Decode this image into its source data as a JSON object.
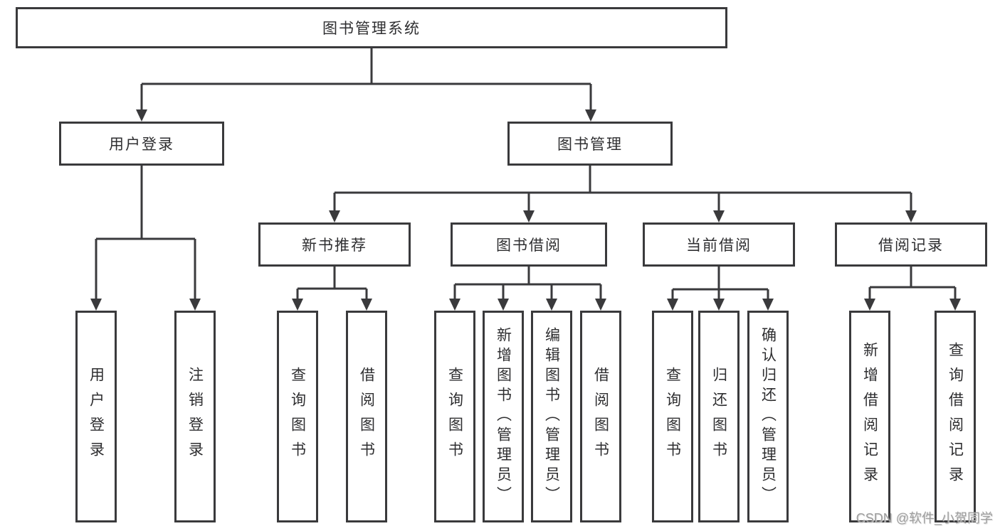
{
  "tree": {
    "root": {
      "label": "图书管理系统",
      "children": [
        {
          "label": "用户登录",
          "children": [
            {
              "label": "用户登录"
            },
            {
              "label": "注销登录"
            }
          ]
        },
        {
          "label": "图书管理",
          "children": [
            {
              "label": "新书推荐",
              "children": [
                {
                  "label": "查询图书"
                },
                {
                  "label": "借阅图书"
                }
              ]
            },
            {
              "label": "图书借阅",
              "children": [
                {
                  "label": "查询图书"
                },
                {
                  "label": "新增图书（管理员）"
                },
                {
                  "label": "编辑图书（管理员）"
                },
                {
                  "label": "借阅图书"
                }
              ]
            },
            {
              "label": "当前借阅",
              "children": [
                {
                  "label": "查询图书"
                },
                {
                  "label": "归还图书"
                },
                {
                  "label": "确认归还（管理员）"
                }
              ]
            },
            {
              "label": "借阅记录",
              "children": [
                {
                  "label": "新增借阅记录"
                },
                {
                  "label": "查询借阅记录"
                }
              ]
            }
          ]
        }
      ]
    }
  },
  "watermark": {
    "text": "CSDN @软件_小贺同学"
  },
  "colors": {
    "line": "#3a3a3c",
    "text": "#2e2e30",
    "watermark_text": "#9e9e9e",
    "background": "#ffffff"
  }
}
